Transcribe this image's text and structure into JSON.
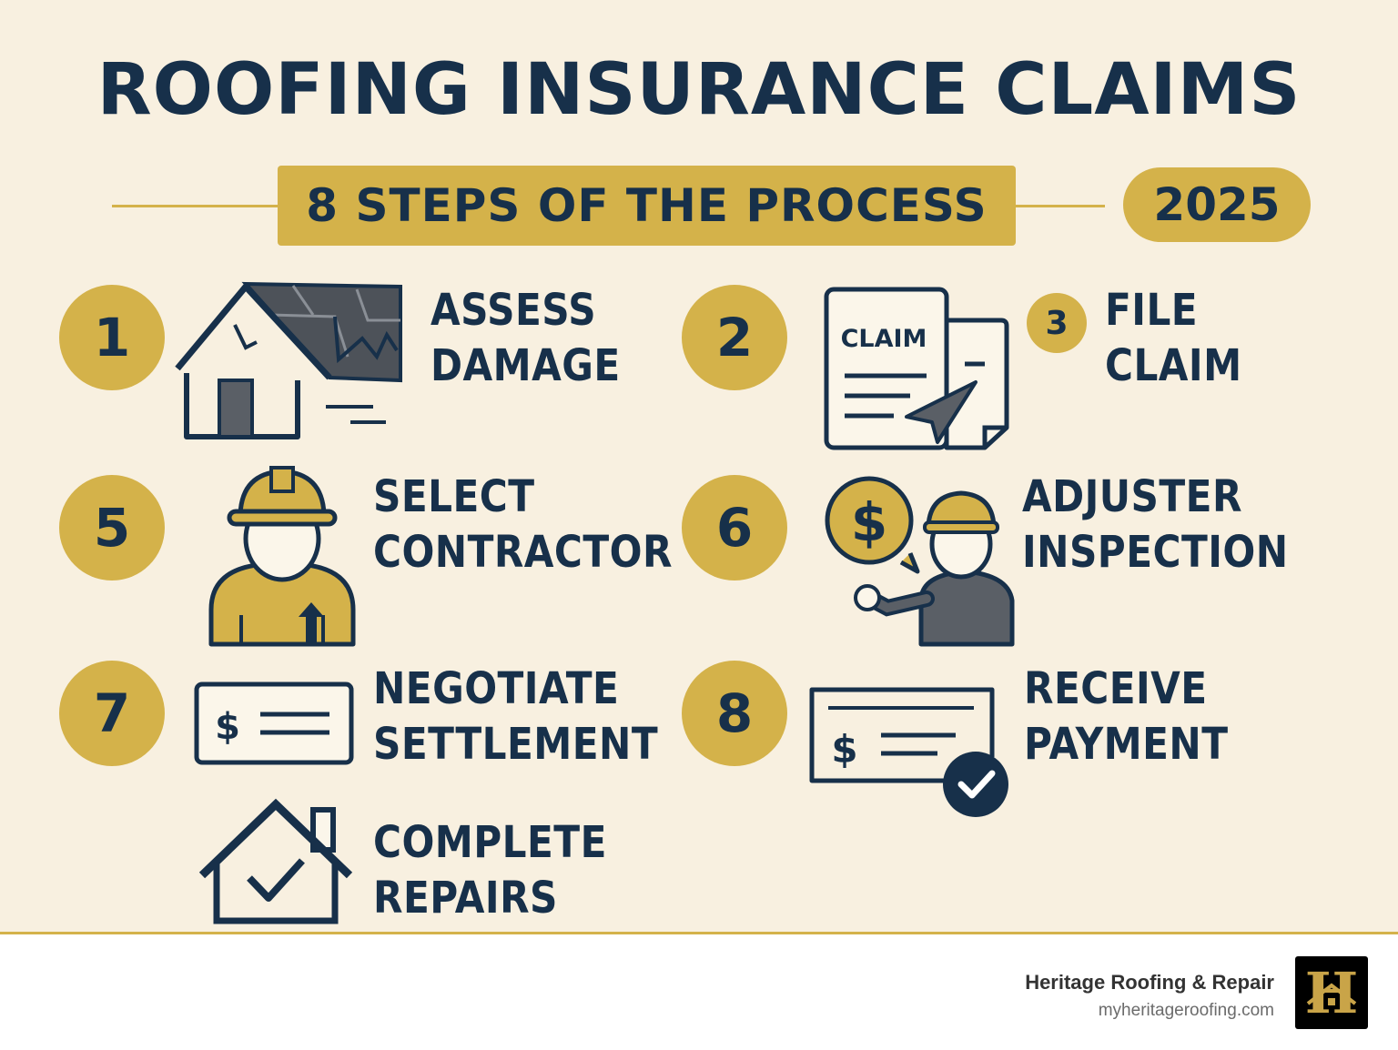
{
  "title": "ROOFING INSURANCE CLAIMS",
  "subtitle": "8 STEPS OF THE PROCESS",
  "year": "2025",
  "colors": {
    "background": "#f8f0e0",
    "accent": "#d4b24a",
    "navy": "#17304a",
    "gray": "#5a5f66"
  },
  "steps": [
    {
      "number": "1",
      "line1": "ASSESS",
      "line2": "DAMAGE",
      "icon": "damaged-roof-house-icon"
    },
    {
      "number": "2",
      "icon": "claim-form-send-icon",
      "claim_text": "CLAIM"
    },
    {
      "number": "3",
      "line1": "FILE",
      "line2": "CLAIM"
    },
    {
      "number": "5",
      "line1": "SELECT",
      "line2": "CONTRACTOR",
      "icon": "contractor-hardhat-icon"
    },
    {
      "number": "6",
      "line1": "ADJUSTER",
      "line2": "INSPECTION",
      "icon": "adjuster-dollar-bubble-icon"
    },
    {
      "number": "7",
      "line1": "NEGOTIATE",
      "line2": "SETTLEMENT",
      "icon": "check-dollar-icon"
    },
    {
      "number": "8",
      "line1": "RECEIVE",
      "line2": "PAYMENT",
      "icon": "payment-check-approved-icon"
    },
    {
      "line1": "COMPLETE",
      "line2": "REPAIRS",
      "icon": "house-checkmark-icon"
    }
  ],
  "footer": {
    "company": "Heritage Roofing & Repair",
    "url": "myheritageroofing.com",
    "logo_letter": "H"
  }
}
